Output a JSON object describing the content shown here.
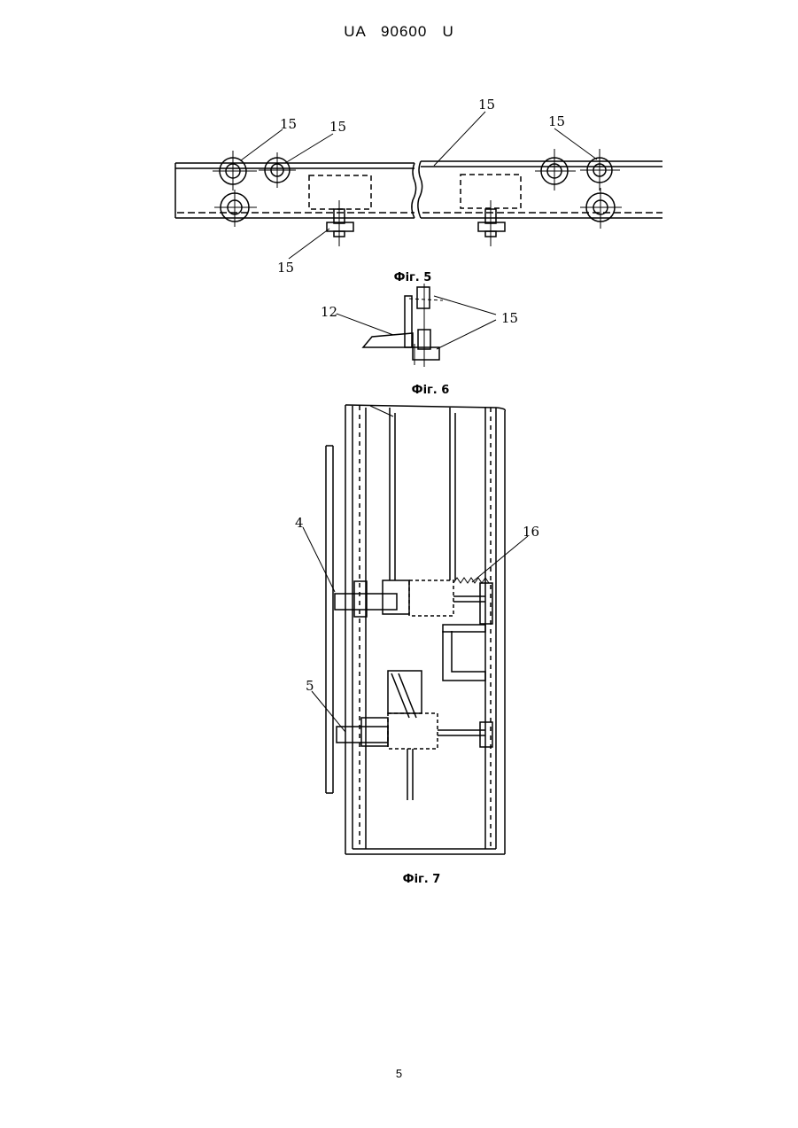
{
  "document": {
    "header": "UA   90600   U",
    "page_number": "5"
  },
  "figures": [
    {
      "caption": "Фіг. 5",
      "labels": [
        "15",
        "15",
        "15",
        "15",
        "15"
      ]
    },
    {
      "caption": "Фіг. 6",
      "labels": [
        "12",
        "15"
      ]
    },
    {
      "caption": "Фіг. 7",
      "labels": [
        "4",
        "16",
        "5"
      ]
    }
  ]
}
